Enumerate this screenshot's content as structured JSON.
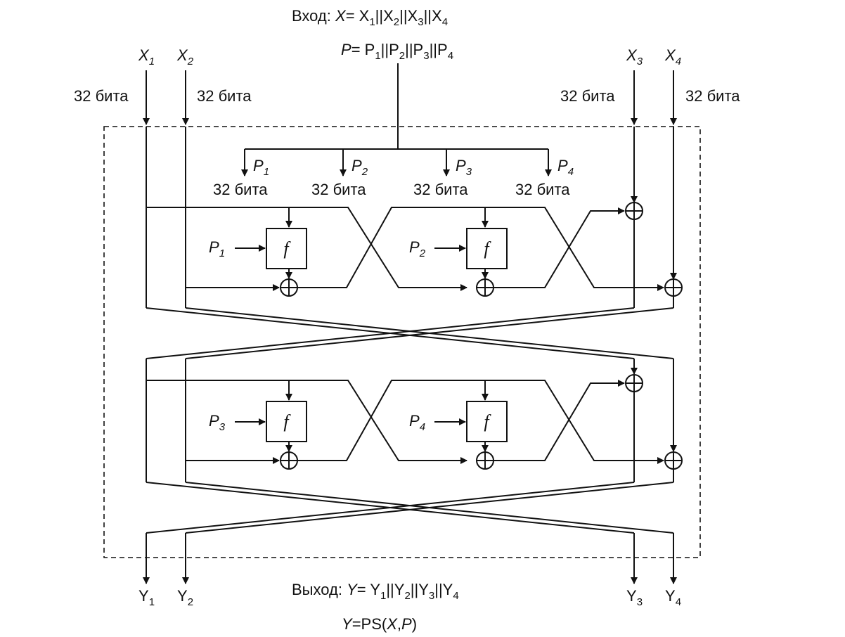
{
  "title": {
    "input": {
      "prefix": "Вход: ",
      "var": "X",
      "eq": "= X",
      "s1": "1",
      "c1": "||X",
      "s2": "2",
      "c2": "||X",
      "s3": "3",
      "c3": "||X",
      "s4": "4"
    },
    "key": {
      "var": "P",
      "eq": "= P",
      "s1": "1",
      "c1": "||P",
      "s2": "2",
      "c2": "||P",
      "s3": "3",
      "c3": "||P",
      "s4": "4"
    }
  },
  "inputs": [
    {
      "letter": "X",
      "sub": "1"
    },
    {
      "letter": "X",
      "sub": "2"
    },
    {
      "letter": "X",
      "sub": "3"
    },
    {
      "letter": "X",
      "sub": "4"
    }
  ],
  "width_label": "32 бита",
  "subkeys": [
    {
      "letter": "P",
      "sub": "1"
    },
    {
      "letter": "P",
      "sub": "2"
    },
    {
      "letter": "P",
      "sub": "3"
    },
    {
      "letter": "P",
      "sub": "4"
    }
  ],
  "round_keys": [
    {
      "letter": "P",
      "sub": "1"
    },
    {
      "letter": "P",
      "sub": "2"
    },
    {
      "letter": "P",
      "sub": "3"
    },
    {
      "letter": "P",
      "sub": "4"
    }
  ],
  "f_label": "f",
  "outputs": [
    {
      "letter": "Y",
      "sub": "1"
    },
    {
      "letter": "Y",
      "sub": "2"
    },
    {
      "letter": "Y",
      "sub": "3"
    },
    {
      "letter": "Y",
      "sub": "4"
    }
  ],
  "footer": {
    "output": {
      "prefix": "Выход: ",
      "var": "Y",
      "eq": "= Y",
      "s1": "1",
      "c1": "||Y",
      "s2": "2",
      "c2": "||Y",
      "s3": "3",
      "c3": "||Y",
      "s4": "4"
    },
    "formula": {
      "y": "Y",
      "mid": "=PS(",
      "x": "X",
      "comma": ",",
      "p": "P",
      "close": ")"
    }
  }
}
